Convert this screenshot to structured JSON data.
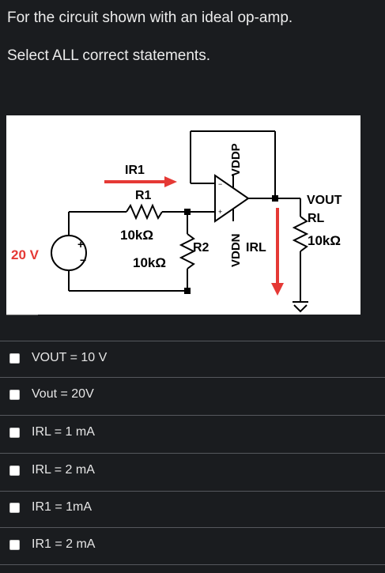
{
  "question": {
    "line1": "For the circuit shown with an ideal op-amp.",
    "line2": "Select ALL correct statements."
  },
  "circuit": {
    "source_label": "20 V",
    "plus_sign": "+",
    "minus_sign": "−",
    "ir1_label": "IR1",
    "r1_label": "R1",
    "r1_value": "10kΩ",
    "lower_value": "10kΩ",
    "r2_label": "R2",
    "vddp_label": "VDDP",
    "vddn_label": "VDDN",
    "irl_label": "IRL",
    "vout_label": "VOUT",
    "rl_label": "RL",
    "rl_value": "10kΩ",
    "arrow_color": "#e53935"
  },
  "options": [
    {
      "label": "VOUT = 10 V",
      "checked": false
    },
    {
      "label": "Vout = 20V",
      "checked": false
    },
    {
      "label": "IRL = 1 mA",
      "checked": false
    },
    {
      "label": "IRL = 2 mA",
      "checked": false
    },
    {
      "label": "IR1 = 1mA",
      "checked": false
    },
    {
      "label": "IR1 = 2 mA",
      "checked": false
    }
  ]
}
